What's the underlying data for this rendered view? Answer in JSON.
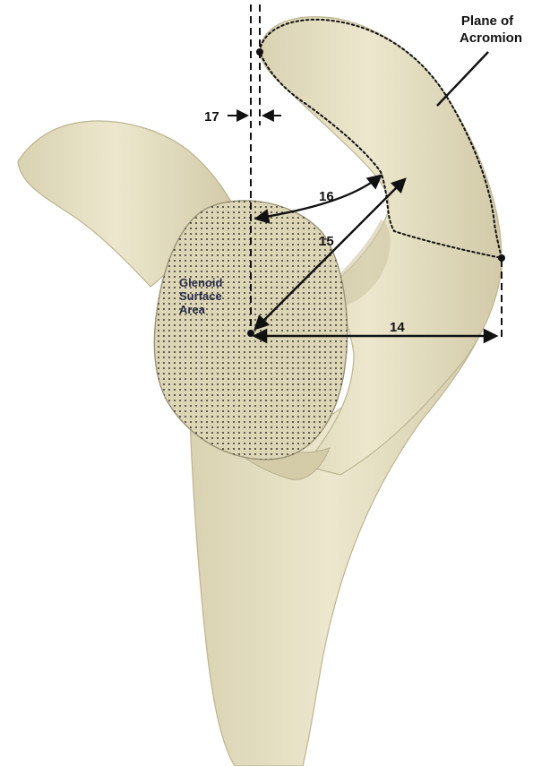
{
  "labels": {
    "plane_line1": "Plane of",
    "plane_line2": "Acromion",
    "glenoid_line1": "Glenoid",
    "glenoid_line2": "Surface",
    "glenoid_line3": "Area"
  },
  "measurements": {
    "m14": "14",
    "m15": "15",
    "m16": "16",
    "m17": "17"
  },
  "colors": {
    "bone_fill": "#e8e2c4",
    "bone_shadow": "#c9c1a0",
    "bone_outline": "#b7ae8c",
    "glenoid_fill": "#ddd6b6",
    "line_color": "#111111"
  }
}
